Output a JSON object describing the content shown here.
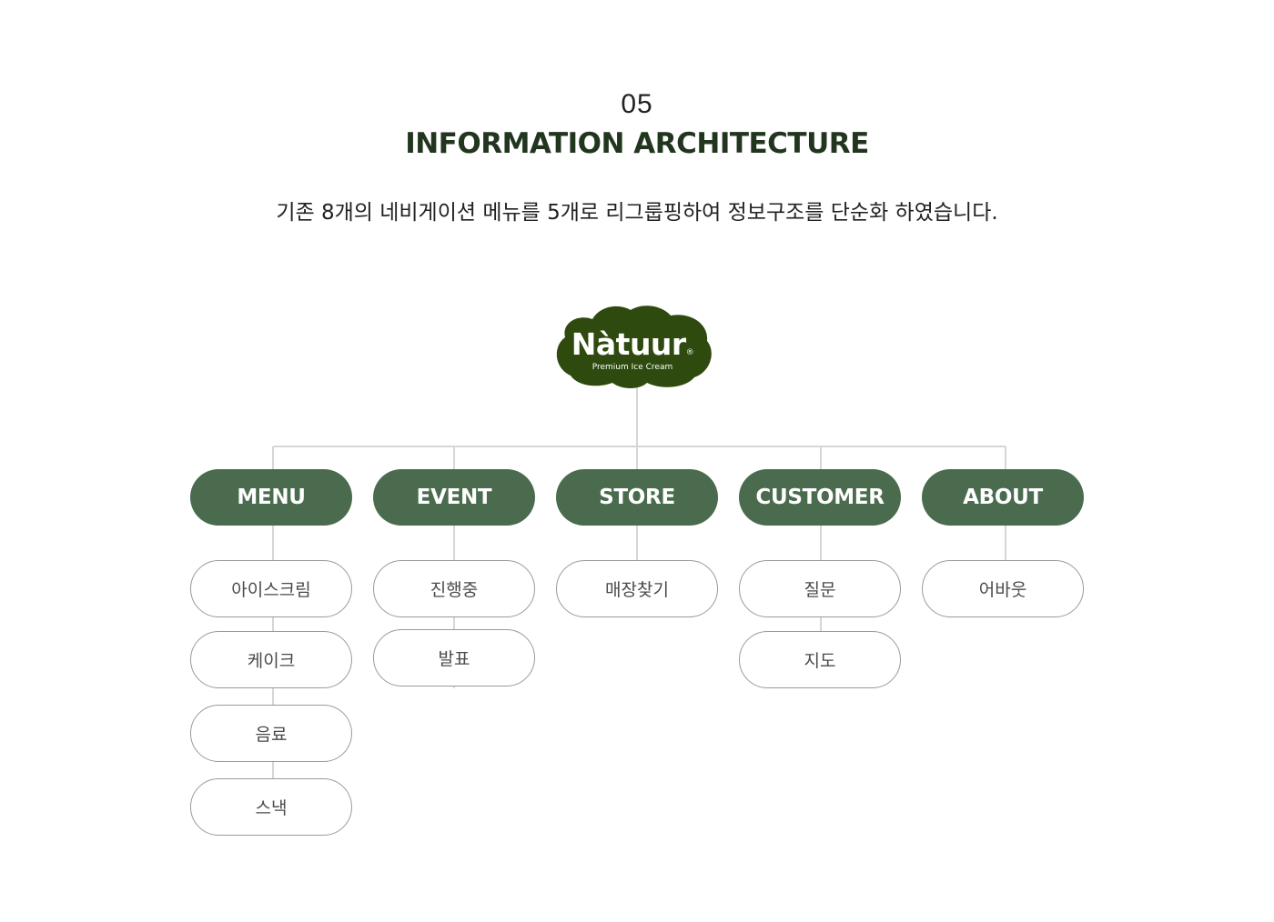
{
  "section": {
    "number": "05",
    "title": "INFORMATION ARCHITECTURE",
    "description": "기존 8개의 네비게이션 메뉴를 5개로 리그룹핑하여 정보구조를 단순화 하였습니다."
  },
  "logo": {
    "name": "Nàtuur",
    "registered": "®",
    "tagline": "Premium Ice Cream",
    "color": "#2e4a0e"
  },
  "colors": {
    "category_fill": "#4a6b4e",
    "connector": "#d6d6d6",
    "subitem_border": "#9a9a9a",
    "title": "#22361f"
  },
  "categories": [
    {
      "label": "MENU",
      "items": [
        "아이스크림",
        "케이크",
        "음료",
        "스낵"
      ]
    },
    {
      "label": "EVENT",
      "items": [
        "진행중",
        "발표"
      ]
    },
    {
      "label": "STORE",
      "items": [
        "매장찾기"
      ]
    },
    {
      "label": "CUSTOMER",
      "items": [
        "질문",
        "지도"
      ]
    },
    {
      "label": "ABOUT",
      "items": [
        "어바웃"
      ]
    }
  ]
}
